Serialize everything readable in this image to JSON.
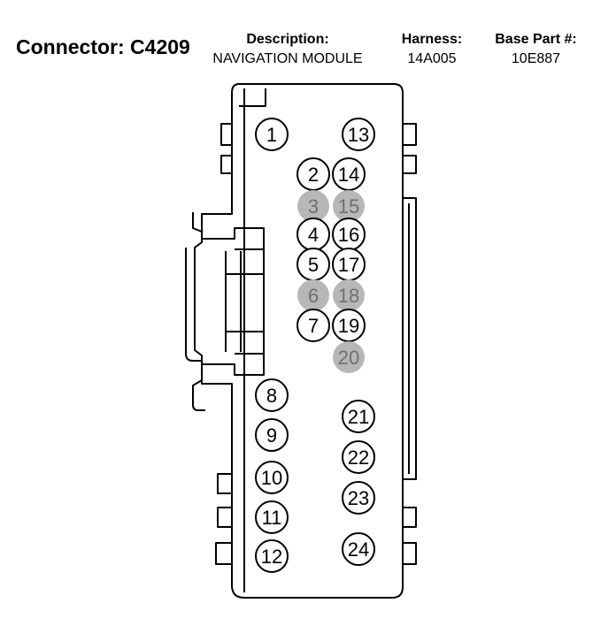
{
  "header": {
    "connector_label": "Connector: C4209",
    "description_label": "Description:",
    "description_value": "NAVIGATION MODULE",
    "harness_label": "Harness:",
    "harness_value": "14A005",
    "base_part_label": "Base Part #:",
    "base_part_value": "10E887"
  },
  "colors": {
    "line": "#000000",
    "unused_pin_fill": "#b7b7b7",
    "unused_pin_text": "#6f6f6f"
  },
  "pins": [
    {
      "number": "1",
      "unused": false
    },
    {
      "number": "2",
      "unused": false
    },
    {
      "number": "3",
      "unused": true
    },
    {
      "number": "4",
      "unused": false
    },
    {
      "number": "5",
      "unused": false
    },
    {
      "number": "6",
      "unused": true
    },
    {
      "number": "7",
      "unused": false
    },
    {
      "number": "8",
      "unused": false
    },
    {
      "number": "9",
      "unused": false
    },
    {
      "number": "10",
      "unused": false
    },
    {
      "number": "11",
      "unused": false
    },
    {
      "number": "12",
      "unused": false
    },
    {
      "number": "13",
      "unused": false
    },
    {
      "number": "14",
      "unused": false
    },
    {
      "number": "15",
      "unused": true
    },
    {
      "number": "16",
      "unused": false
    },
    {
      "number": "17",
      "unused": false
    },
    {
      "number": "18",
      "unused": true
    },
    {
      "number": "19",
      "unused": false
    },
    {
      "number": "20",
      "unused": true
    },
    {
      "number": "21",
      "unused": false
    },
    {
      "number": "22",
      "unused": false
    },
    {
      "number": "23",
      "unused": false
    },
    {
      "number": "24",
      "unused": false
    }
  ]
}
